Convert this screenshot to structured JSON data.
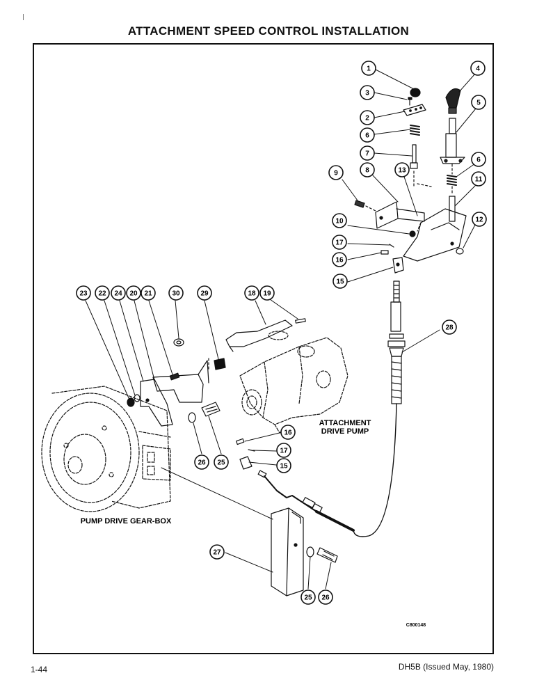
{
  "page": {
    "title": "ATTACHMENT SPEED CONTROL INSTALLATION",
    "page_number": "1-44",
    "doc_id": "DH5B (Issued May, 1980)"
  },
  "diagram": {
    "labels": {
      "attachment_pump_line1": "ATTACHMENT",
      "attachment_pump_line2": "DRIVE PUMP",
      "gearbox": "PUMP DRIVE GEAR-BOX",
      "figure_code": "C800148"
    },
    "callouts": [
      {
        "id": "c1",
        "num": "1"
      },
      {
        "id": "c3",
        "num": "3"
      },
      {
        "id": "c2",
        "num": "2"
      },
      {
        "id": "c6a",
        "num": "6"
      },
      {
        "id": "c7",
        "num": "7"
      },
      {
        "id": "c4",
        "num": "4"
      },
      {
        "id": "c5",
        "num": "5"
      },
      {
        "id": "c6b",
        "num": "6"
      },
      {
        "id": "c11",
        "num": "11"
      },
      {
        "id": "c12",
        "num": "12"
      },
      {
        "id": "c9",
        "num": "9"
      },
      {
        "id": "c8",
        "num": "8"
      },
      {
        "id": "c13",
        "num": "13"
      },
      {
        "id": "c10",
        "num": "10"
      },
      {
        "id": "c17a",
        "num": "17"
      },
      {
        "id": "c16a",
        "num": "16"
      },
      {
        "id": "c15a",
        "num": "15"
      },
      {
        "id": "c23",
        "num": "23"
      },
      {
        "id": "c22",
        "num": "22"
      },
      {
        "id": "c24",
        "num": "24"
      },
      {
        "id": "c20",
        "num": "20"
      },
      {
        "id": "c21",
        "num": "21"
      },
      {
        "id": "c30",
        "num": "30"
      },
      {
        "id": "c29",
        "num": "29"
      },
      {
        "id": "c18",
        "num": "18"
      },
      {
        "id": "c19",
        "num": "19"
      },
      {
        "id": "c28",
        "num": "28"
      },
      {
        "id": "c16b",
        "num": "16"
      },
      {
        "id": "c17b",
        "num": "17"
      },
      {
        "id": "c15b",
        "num": "15"
      },
      {
        "id": "c26a",
        "num": "26"
      },
      {
        "id": "c25a",
        "num": "25"
      },
      {
        "id": "c27",
        "num": "27"
      },
      {
        "id": "c25b",
        "num": "25"
      },
      {
        "id": "c26b",
        "num": "26"
      }
    ]
  }
}
